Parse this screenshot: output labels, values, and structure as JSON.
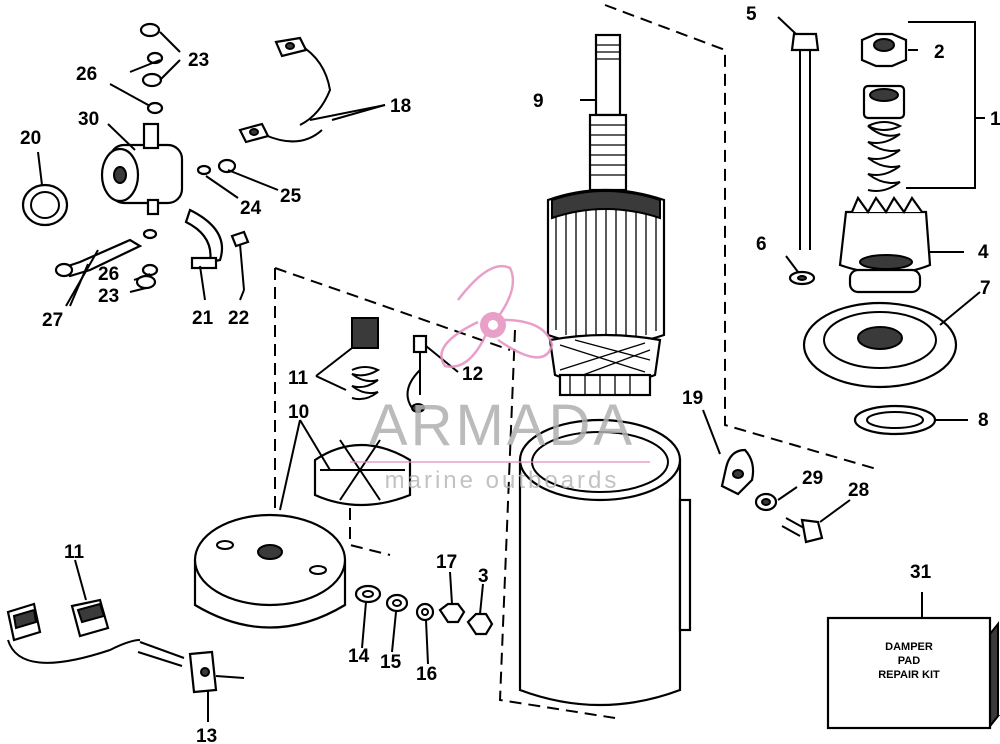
{
  "callouts": [
    {
      "id": "c1",
      "text": "1"
    },
    {
      "id": "c2",
      "text": "2"
    },
    {
      "id": "c3",
      "text": "3"
    },
    {
      "id": "c4",
      "text": "4"
    },
    {
      "id": "c5",
      "text": "5"
    },
    {
      "id": "c6",
      "text": "6"
    },
    {
      "id": "c7",
      "text": "7"
    },
    {
      "id": "c8",
      "text": "8"
    },
    {
      "id": "c9",
      "text": "9"
    },
    {
      "id": "c10",
      "text": "10"
    },
    {
      "id": "c11a",
      "text": "11"
    },
    {
      "id": "c11b",
      "text": "11"
    },
    {
      "id": "c12",
      "text": "12"
    },
    {
      "id": "c13",
      "text": "13"
    },
    {
      "id": "c14",
      "text": "14"
    },
    {
      "id": "c15",
      "text": "15"
    },
    {
      "id": "c16",
      "text": "16"
    },
    {
      "id": "c17",
      "text": "17"
    },
    {
      "id": "c18",
      "text": "18"
    },
    {
      "id": "c19",
      "text": "19"
    },
    {
      "id": "c20",
      "text": "20"
    },
    {
      "id": "c21",
      "text": "21"
    },
    {
      "id": "c22",
      "text": "22"
    },
    {
      "id": "c23a",
      "text": "23"
    },
    {
      "id": "c23b",
      "text": "23"
    },
    {
      "id": "c24",
      "text": "24"
    },
    {
      "id": "c25",
      "text": "25"
    },
    {
      "id": "c26a",
      "text": "26"
    },
    {
      "id": "c26b",
      "text": "26"
    },
    {
      "id": "c27",
      "text": "27"
    },
    {
      "id": "c28",
      "text": "28"
    },
    {
      "id": "c29",
      "text": "29"
    },
    {
      "id": "c30",
      "text": "30"
    },
    {
      "id": "c31",
      "text": "31"
    }
  ],
  "repair_kit": {
    "line1": "DAMPER",
    "line2": "PAD",
    "line3": "REPAIR KIT"
  },
  "watermark": {
    "brand": "ARMADA",
    "tagline": "marine outboards",
    "logo": "pink-propeller-logo",
    "color": "#e58fbf"
  }
}
